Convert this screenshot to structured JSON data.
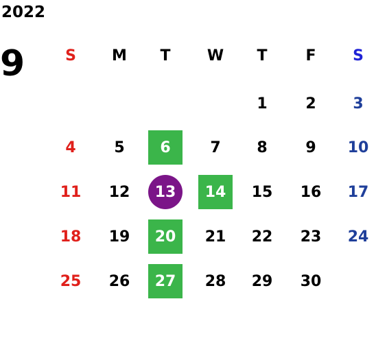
{
  "year": "2022",
  "month": "9",
  "weekdays": [
    "S",
    "M",
    "T",
    "W",
    "T",
    "F",
    "S"
  ],
  "colors": {
    "sunday": "#e0201b",
    "saturday_header": "#1f22d6",
    "saturday_date": "#1f3f9a",
    "weekday": "#000000",
    "highlight_square": "#3bb54a",
    "highlight_circle": "#7b1588"
  },
  "weeks": [
    [
      {
        "day": ""
      },
      {
        "day": ""
      },
      {
        "day": ""
      },
      {
        "day": ""
      },
      {
        "day": "1"
      },
      {
        "day": "2"
      },
      {
        "day": "3"
      }
    ],
    [
      {
        "day": "4"
      },
      {
        "day": "5"
      },
      {
        "day": "6",
        "mark": "square"
      },
      {
        "day": "7"
      },
      {
        "day": "8"
      },
      {
        "day": "9"
      },
      {
        "day": "10"
      }
    ],
    [
      {
        "day": "11"
      },
      {
        "day": "12"
      },
      {
        "day": "13",
        "mark": "circle"
      },
      {
        "day": "14",
        "mark": "square"
      },
      {
        "day": "15"
      },
      {
        "day": "16"
      },
      {
        "day": "17"
      }
    ],
    [
      {
        "day": "18"
      },
      {
        "day": "19"
      },
      {
        "day": "20",
        "mark": "square"
      },
      {
        "day": "21"
      },
      {
        "day": "22"
      },
      {
        "day": "23"
      },
      {
        "day": "24"
      }
    ],
    [
      {
        "day": "25"
      },
      {
        "day": "26"
      },
      {
        "day": "27",
        "mark": "square"
      },
      {
        "day": "28"
      },
      {
        "day": "29"
      },
      {
        "day": "30"
      },
      {
        "day": ""
      }
    ]
  ]
}
